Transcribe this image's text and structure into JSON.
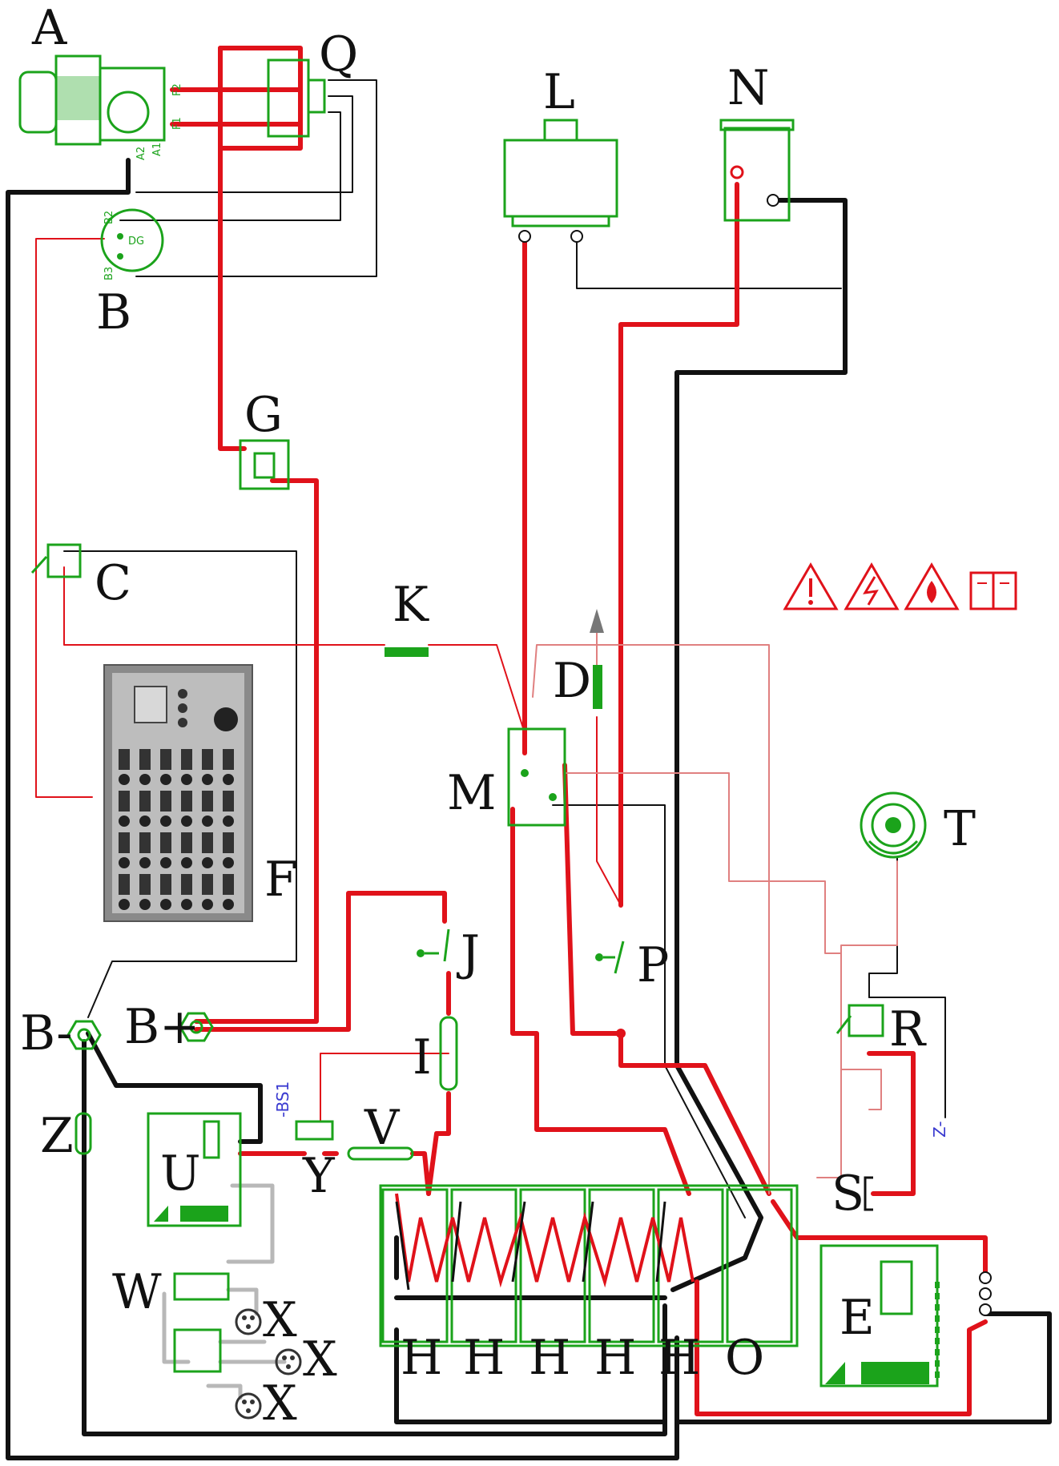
{
  "labels": {
    "A": "A",
    "Q": "Q",
    "L": "L",
    "N": "N",
    "B": "B",
    "G": "G",
    "C": "C",
    "K": "K",
    "D": "D",
    "M": "M",
    "T": "T",
    "F": "F",
    "J": "J",
    "P": "P",
    "B_minus": "B-",
    "B_plus": "B+",
    "I": "I",
    "R": "R",
    "Z": "Z",
    "U": "U",
    "Y": "Y",
    "V": "V",
    "S": "S",
    "W": "W",
    "X1": "X",
    "X2": "X",
    "X3": "X",
    "H1": "H",
    "H2": "H",
    "H3": "H",
    "H4": "H",
    "H5": "H",
    "O": "O",
    "E": "E"
  },
  "small_text": {
    "bs1": "-BS1",
    "z_minus": "Z-",
    "a_f2": "F2",
    "a_f1": "F1",
    "a_a1": "A1",
    "a_a2": "A2",
    "b_b2": "B2",
    "b_b3": "B3",
    "b_dg": "DG"
  },
  "colors": {
    "positive_wire": "#e0121a",
    "negative_wire": "#111111",
    "component": "#1ba31b",
    "signal_wire": "#b8b8b8",
    "warning": "#e0121a"
  },
  "icons": [
    "warning-exclamation-icon",
    "electric-hazard-icon",
    "fire-hazard-icon",
    "manual-book-icon"
  ]
}
